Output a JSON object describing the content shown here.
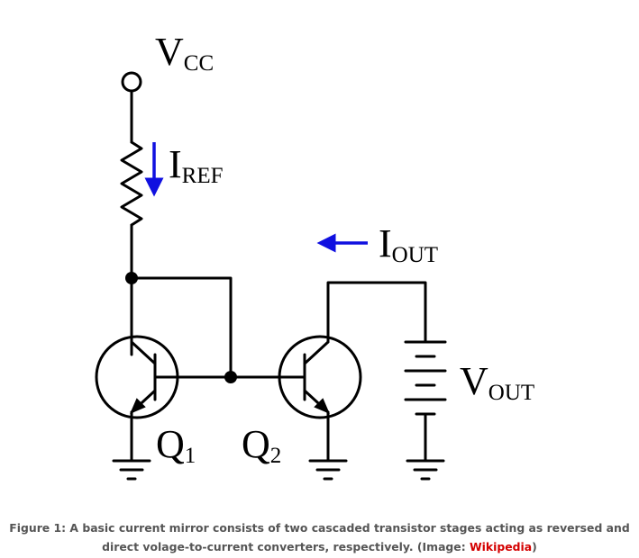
{
  "labels": {
    "vcc_main": "V",
    "vcc_sub": "CC",
    "iref_main": "I",
    "iref_sub": "REF",
    "iout_main": "I",
    "iout_sub": "OUT",
    "vout_main": "V",
    "vout_sub": "OUT",
    "q1_main": "Q",
    "q1_sub": "1",
    "q2_main": "Q",
    "q2_sub": "2"
  },
  "caption": {
    "text": "Figure 1: A basic current mirror consists of two cascaded transistor stages acting as reversed and direct volage-to-current converters, respectively. (Image: ",
    "link": "Wikipedia",
    "close": ")"
  },
  "colors": {
    "wire": "#000000",
    "arrow": "#1010e0",
    "caption": "#555555",
    "link": "#d40000"
  },
  "icons": {
    "current_arrows": "blue-arrow-icon",
    "grounds": "ground-icon",
    "battery": "battery-icon"
  }
}
